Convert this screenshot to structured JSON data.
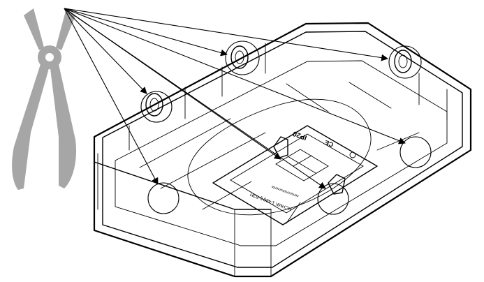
{
  "figure": {
    "tool_color": "#a6a6a6",
    "line_color": "#000000",
    "background": "#ffffff",
    "tool_icon": "pliers-icon",
    "callout_count": 7
  },
  "enclosure_markings": {
    "ip_rating": "IP20",
    "ce_mark": "CE",
    "model_line": "HCHMK 1-48(H)-R3H",
    "small_text": "sensorinstrumente"
  }
}
